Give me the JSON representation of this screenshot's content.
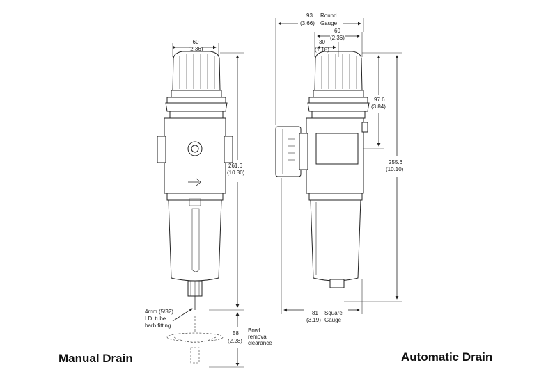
{
  "captions": {
    "left": "Manual Drain",
    "right": "Automatic Drain"
  },
  "left_view": {
    "width_mm": "60",
    "width_in": "(2.36)",
    "height_mm": "261.6",
    "height_in": "(10.30)",
    "bowl_mm": "58",
    "bowl_in": "(2.28)",
    "bowl_note_1": "Bowl",
    "bowl_note_2": "removal",
    "bowl_note_3": "clearance",
    "tube_note_1": "4mm  (5/32)",
    "tube_note_2": "I.D. tube",
    "tube_note_3": "barb fitting"
  },
  "right_view": {
    "gauge_mm": "93",
    "gauge_label_1": "Round",
    "gauge_in": "(3.66)",
    "gauge_label_2": "Gauge",
    "width_mm": "60",
    "width_in": "(2.36)",
    "half_mm": "30",
    "half_in": "(1.18)",
    "top_mm": "97.6",
    "top_in": "(3.84)",
    "height_mm": "255.6",
    "height_in": "(10.10)",
    "square_mm": "81",
    "square_label_1": "Square",
    "square_in": "(3.19)",
    "square_label_2": "Gauge"
  }
}
